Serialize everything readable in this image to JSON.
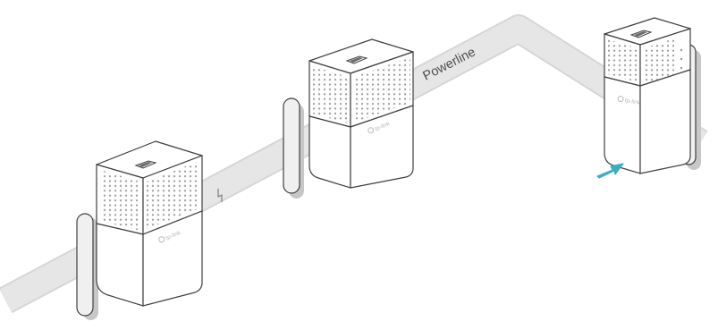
{
  "diagram": {
    "line_label": "Powerline",
    "brand_label": "tp-link",
    "lightning_glyph": "ϟ",
    "colors": {
      "background": "#ffffff",
      "band": "#e4e4e4",
      "band_edge": "#d3d3d3",
      "device_body": "#ffffff",
      "device_outline": "#3f3f3f",
      "plate": "#efefef",
      "plate_shadow": "#bdbdbd",
      "arrow": "#3aaec0"
    },
    "icons": {
      "lightning": "lightning-icon",
      "insert_arrow": "arrow-right-icon",
      "ethernet_port": "ethernet-port-icon"
    },
    "devices": [
      {
        "id": "adapter-left",
        "brand": "tp-link"
      },
      {
        "id": "adapter-middle",
        "brand": "tp-link"
      },
      {
        "id": "adapter-right",
        "brand": "tp-link",
        "state": "being-plugged-in"
      }
    ]
  }
}
